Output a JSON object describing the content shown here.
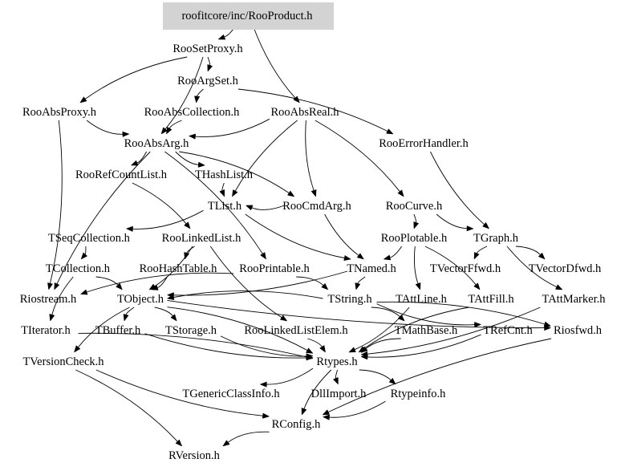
{
  "graph": {
    "title": "roofitcore/inc/RooProduct.h",
    "root": "roofitcore/inc/RooProduct.h",
    "nodes": [
      {
        "id": "RooProduct",
        "label": "roofitcore/inc/RooProduct.h",
        "root": true
      },
      {
        "id": "RooSetProxy",
        "label": "RooSetProxy.h"
      },
      {
        "id": "RooArgSet",
        "label": "RooArgSet.h"
      },
      {
        "id": "RooAbsProxy",
        "label": "RooAbsProxy.h"
      },
      {
        "id": "RooAbsCollection",
        "label": "RooAbsCollection.h"
      },
      {
        "id": "RooAbsReal",
        "label": "RooAbsReal.h"
      },
      {
        "id": "RooAbsArg",
        "label": "RooAbsArg.h"
      },
      {
        "id": "RooErrorHandler",
        "label": "RooErrorHandler.h"
      },
      {
        "id": "RooRefCountList",
        "label": "RooRefCountList.h"
      },
      {
        "id": "THashList",
        "label": "THashList.h"
      },
      {
        "id": "TList",
        "label": "TList.h"
      },
      {
        "id": "RooCmdArg",
        "label": "RooCmdArg.h"
      },
      {
        "id": "RooCurve",
        "label": "RooCurve.h"
      },
      {
        "id": "TSeqCollection",
        "label": "TSeqCollection.h"
      },
      {
        "id": "RooLinkedList",
        "label": "RooLinkedList.h"
      },
      {
        "id": "RooPlotable",
        "label": "RooPlotable.h"
      },
      {
        "id": "TGraph",
        "label": "TGraph.h"
      },
      {
        "id": "TCollection",
        "label": "TCollection.h"
      },
      {
        "id": "RooHashTable",
        "label": "RooHashTable.h"
      },
      {
        "id": "RooPrintable",
        "label": "RooPrintable.h"
      },
      {
        "id": "TNamed",
        "label": "TNamed.h"
      },
      {
        "id": "TVectorFfwd",
        "label": "TVectorFfwd.h"
      },
      {
        "id": "TVectorDfwd",
        "label": "TVectorDfwd.h"
      },
      {
        "id": "Riostream",
        "label": "Riostream.h"
      },
      {
        "id": "TObject",
        "label": "TObject.h"
      },
      {
        "id": "TString",
        "label": "TString.h"
      },
      {
        "id": "TAttLine",
        "label": "TAttLine.h"
      },
      {
        "id": "TAttFill",
        "label": "TAttFill.h"
      },
      {
        "id": "TAttMarker",
        "label": "TAttMarker.h"
      },
      {
        "id": "TIterator",
        "label": "TIterator.h"
      },
      {
        "id": "TBuffer",
        "label": "TBuffer.h"
      },
      {
        "id": "TStorage",
        "label": "TStorage.h"
      },
      {
        "id": "RooLinkedListElem",
        "label": "RooLinkedListElem.h"
      },
      {
        "id": "TMathBase",
        "label": "TMathBase.h"
      },
      {
        "id": "TRefCnt",
        "label": "TRefCnt.h"
      },
      {
        "id": "Riosfwd",
        "label": "Riosfwd.h"
      },
      {
        "id": "TVersionCheck",
        "label": "TVersionCheck.h"
      },
      {
        "id": "Rtypes",
        "label": "Rtypes.h"
      },
      {
        "id": "TGenericClassInfo",
        "label": "TGenericClassInfo.h"
      },
      {
        "id": "DllImport",
        "label": "DllImport.h"
      },
      {
        "id": "Rtypeinfo",
        "label": "Rtypeinfo.h"
      },
      {
        "id": "RConfig",
        "label": "RConfig.h"
      },
      {
        "id": "RVersion",
        "label": "RVersion.h"
      }
    ],
    "edges": [
      [
        "RooProduct",
        "RooSetProxy"
      ],
      [
        "RooProduct",
        "RooAbsReal"
      ],
      [
        "RooSetProxy",
        "RooArgSet"
      ],
      [
        "RooSetProxy",
        "RooAbsProxy"
      ],
      [
        "RooSetProxy",
        "RooAbsArg"
      ],
      [
        "RooArgSet",
        "RooAbsCollection"
      ],
      [
        "RooArgSet",
        "RooErrorHandler"
      ],
      [
        "RooAbsProxy",
        "RooAbsArg"
      ],
      [
        "RooAbsProxy",
        "Riostream"
      ],
      [
        "RooAbsCollection",
        "RooAbsArg"
      ],
      [
        "RooAbsReal",
        "RooAbsArg"
      ],
      [
        "RooAbsReal",
        "RooCmdArg"
      ],
      [
        "RooAbsReal",
        "RooCurve"
      ],
      [
        "RooAbsReal",
        "TList"
      ],
      [
        "RooAbsArg",
        "RooRefCountList"
      ],
      [
        "RooAbsArg",
        "THashList"
      ],
      [
        "RooAbsArg",
        "RooPrintable"
      ],
      [
        "RooAbsArg",
        "Riostream"
      ],
      [
        "RooAbsArg",
        "RooCmdArg"
      ],
      [
        "RooErrorHandler",
        "TGraph"
      ],
      [
        "RooRefCountList",
        "RooLinkedList"
      ],
      [
        "THashList",
        "TList"
      ],
      [
        "TList",
        "TSeqCollection"
      ],
      [
        "TList",
        "TNamed"
      ],
      [
        "RooCmdArg",
        "TList"
      ],
      [
        "RooCmdArg",
        "TNamed"
      ],
      [
        "RooCurve",
        "RooPlotable"
      ],
      [
        "RooCurve",
        "TGraph"
      ],
      [
        "TSeqCollection",
        "TCollection"
      ],
      [
        "RooLinkedList",
        "RooHashTable"
      ],
      [
        "RooLinkedList",
        "TObject"
      ],
      [
        "RooLinkedList",
        "RooLinkedListElem"
      ],
      [
        "RooPlotable",
        "TNamed"
      ],
      [
        "RooPlotable",
        "TAttLine"
      ],
      [
        "RooPlotable",
        "TAttFill"
      ],
      [
        "TGraph",
        "TVectorFfwd"
      ],
      [
        "TGraph",
        "TVectorDfwd"
      ],
      [
        "TGraph",
        "TAttMarker"
      ],
      [
        "TCollection",
        "TObject"
      ],
      [
        "TCollection",
        "TIterator"
      ],
      [
        "RooHashTable",
        "TObject"
      ],
      [
        "RooPrintable",
        "Riostream"
      ],
      [
        "RooPrintable",
        "TString"
      ],
      [
        "TNamed",
        "TString"
      ],
      [
        "TNamed",
        "TObject"
      ],
      [
        "TObject",
        "TBuffer"
      ],
      [
        "TObject",
        "TStorage"
      ],
      [
        "TObject",
        "TVersionCheck"
      ],
      [
        "TObject",
        "Rtypes"
      ],
      [
        "TObject",
        "Riosfwd"
      ],
      [
        "TString",
        "TMathBase"
      ],
      [
        "TString",
        "TRefCnt"
      ],
      [
        "TString",
        "Riosfwd"
      ],
      [
        "TString",
        "TObject"
      ],
      [
        "TAttLine",
        "Rtypes"
      ],
      [
        "TAttFill",
        "Rtypes"
      ],
      [
        "TAttMarker",
        "Rtypes"
      ],
      [
        "TStorage",
        "Rtypes"
      ],
      [
        "TIterator",
        "Rtypes"
      ],
      [
        "TBuffer",
        "Rtypes"
      ],
      [
        "RooLinkedListElem",
        "Rtypes"
      ],
      [
        "TMathBase",
        "Rtypes"
      ],
      [
        "TRefCnt",
        "Rtypes"
      ],
      [
        "Riosfwd",
        "RConfig"
      ],
      [
        "TVersionCheck",
        "RVersion"
      ],
      [
        "TVersionCheck",
        "RConfig"
      ],
      [
        "Rtypes",
        "TGenericClassInfo"
      ],
      [
        "Rtypes",
        "DllImport"
      ],
      [
        "Rtypes",
        "Rtypeinfo"
      ],
      [
        "Rtypes",
        "RConfig"
      ],
      [
        "Rtypeinfo",
        "RConfig"
      ],
      [
        "RConfig",
        "RVersion"
      ]
    ]
  }
}
